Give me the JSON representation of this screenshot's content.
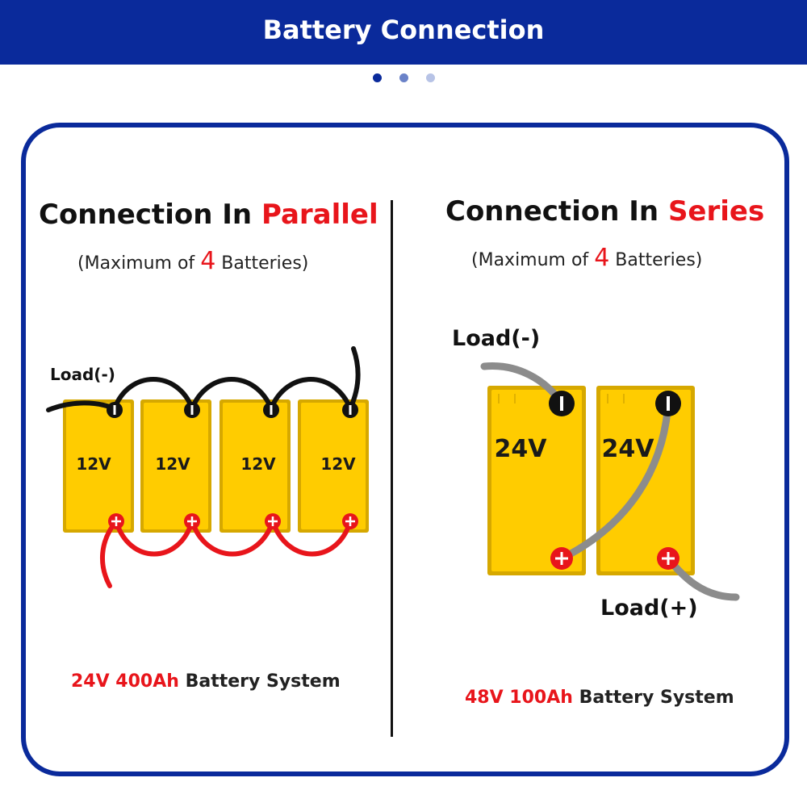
{
  "header": {
    "title": "Battery Connection"
  },
  "carousel": {
    "dots": [
      "#0a2a9b",
      "#6a82c8",
      "#b7c3e6"
    ]
  },
  "colors": {
    "brand": "#0a2a9b",
    "accent": "#e8151b",
    "battery": "#ffcc00",
    "battery_edge": "#d6a800",
    "neg_wire": "#111111",
    "pos_wire": "#e8151b",
    "series_wire": "#8c8c8c"
  },
  "parallel": {
    "title_prefix": "Connection In ",
    "title_accent": "Parallel",
    "subtitle_pre": "(Maximum of ",
    "subtitle_num": "4",
    "subtitle_post": " Batteries)",
    "load_neg": "Load(-)",
    "battery_labels": [
      "12V",
      "12V",
      "12V",
      "12V"
    ],
    "system_accent": "24V 400Ah",
    "system_rest": " Battery System"
  },
  "series": {
    "title_prefix": "Connection In ",
    "title_accent": "Series",
    "subtitle_pre": "(Maximum of ",
    "subtitle_num": "4",
    "subtitle_post": " Batteries)",
    "load_neg": "Load(-)",
    "load_pos": "Load(+)",
    "battery_labels": [
      "24V",
      "24V"
    ],
    "system_accent": "48V 100Ah",
    "system_rest": "  Battery System"
  }
}
